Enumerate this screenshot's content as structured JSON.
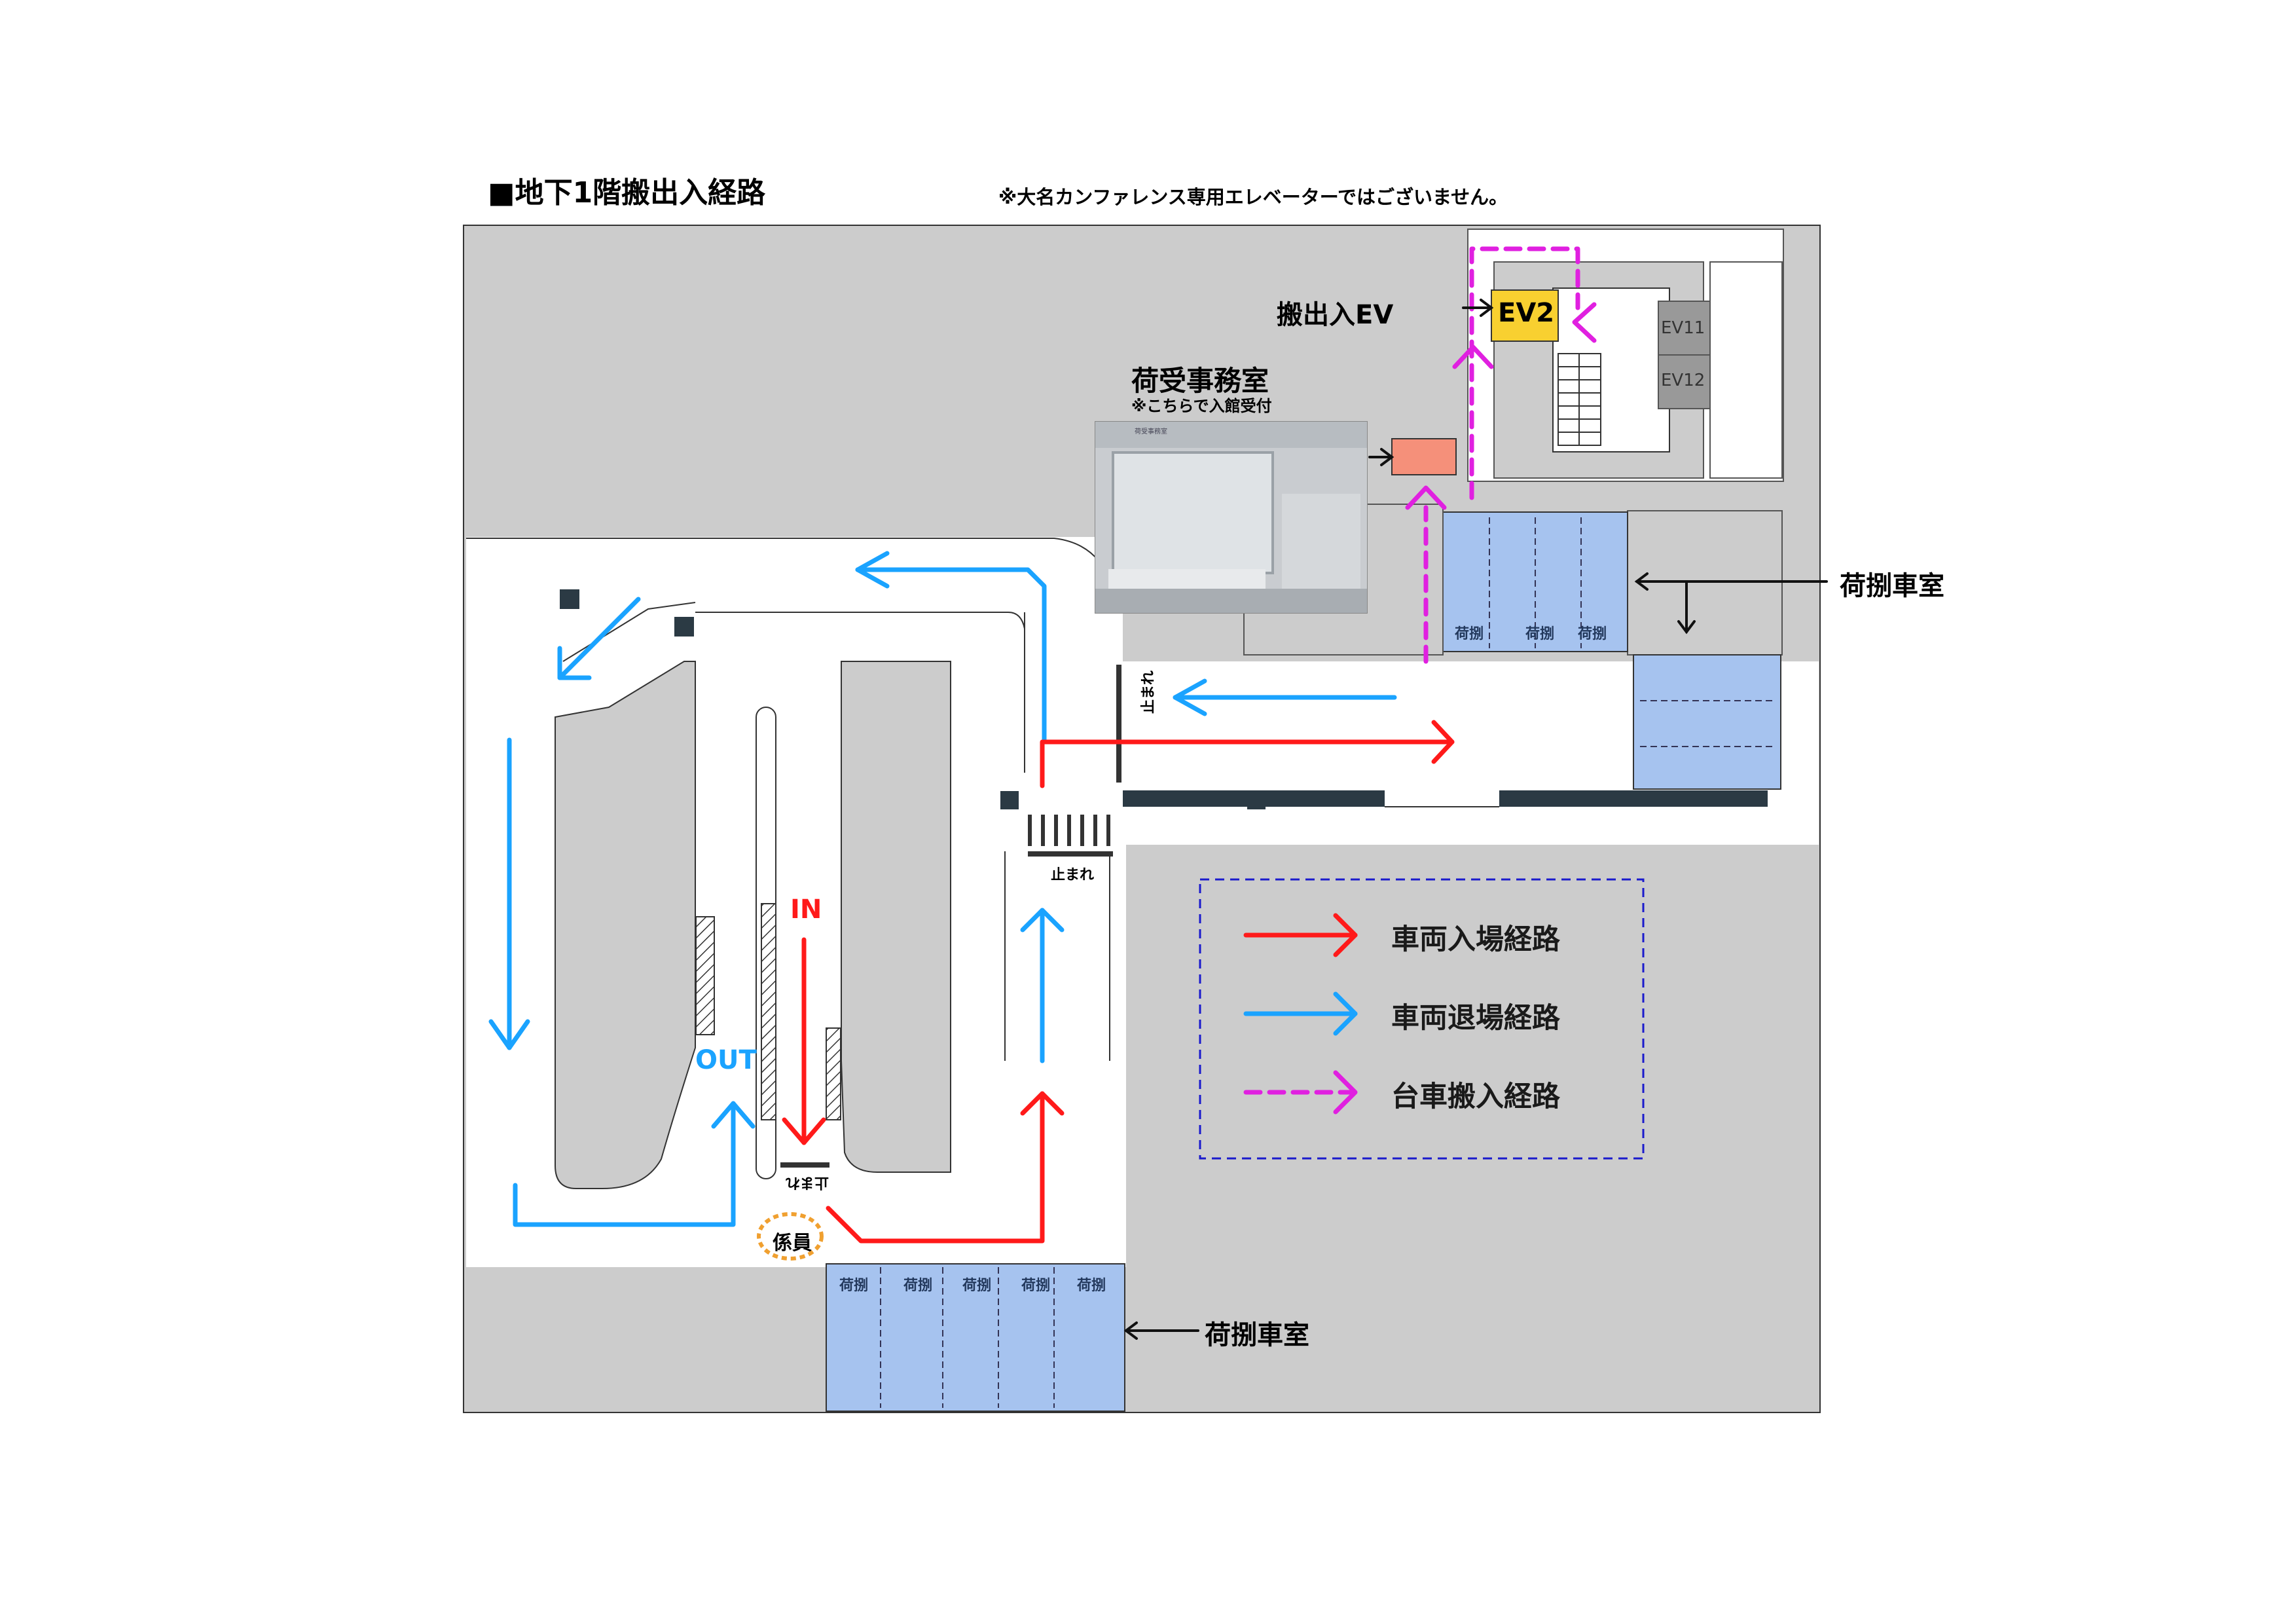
{
  "header": {
    "title": "■地下1階搬出入経路",
    "note": "※大名カンファレンス専用エレベーターではございません。"
  },
  "labels": {
    "loading_ev": "搬出入EV",
    "ev2": "EV2",
    "ev11": "EV11",
    "ev12": "EV12",
    "office_title": "荷受事務室",
    "office_sub": "※こちらで入館受付",
    "photo_sign": "荷受事務室",
    "unloading_room_right": "荷捌車室",
    "unloading_room_bottom": "荷捌車室",
    "in": "IN",
    "out": "OUT",
    "staff": "係員",
    "stop_marks": [
      "止まれ",
      "止まれ",
      "止まれ"
    ],
    "bay_text": "荷捌"
  },
  "legend": {
    "items": [
      {
        "label": "車両入場経路",
        "color": "#ff1a1a",
        "style": "solid"
      },
      {
        "label": "車両退場経路",
        "color": "#1aa3ff",
        "style": "solid"
      },
      {
        "label": "台車搬入経路",
        "color": "#e020e0",
        "style": "dashed"
      }
    ]
  },
  "colors": {
    "building": "#cccccc",
    "parking_bay": "#a6c3ef",
    "elevator_highlight": "#f8d030",
    "office_box": "#f5907a",
    "staff_circle": "#f0a030",
    "legend_border": "#1a1acc"
  }
}
